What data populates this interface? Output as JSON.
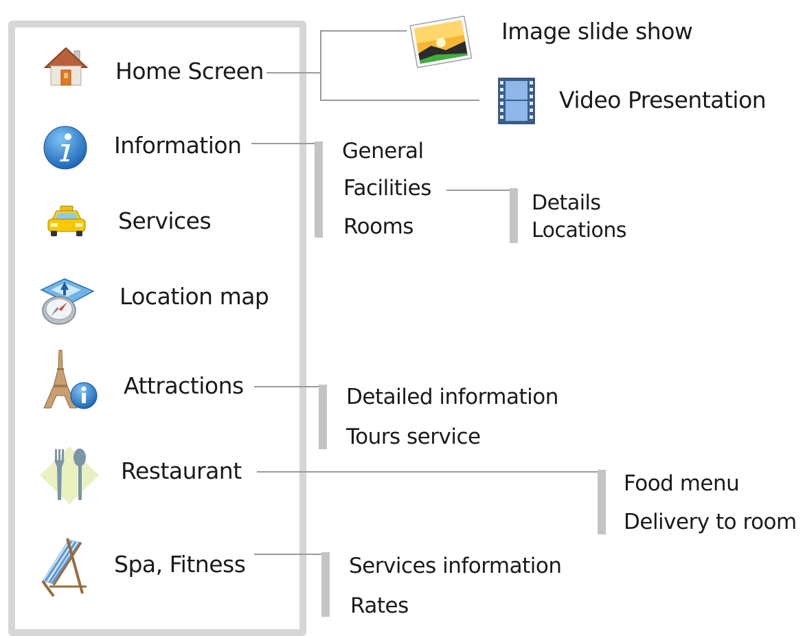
{
  "menu": {
    "items": [
      {
        "label": "Home Screen",
        "icon": "house-icon"
      },
      {
        "label": "Information",
        "icon": "info-icon"
      },
      {
        "label": "Services",
        "icon": "taxi-icon"
      },
      {
        "label": "Location map",
        "icon": "map-compass-icon"
      },
      {
        "label": "Attractions",
        "icon": "eiffel-tower-info-icon"
      },
      {
        "label": "Restaurant",
        "icon": "fork-spoon-icon"
      },
      {
        "label": "Spa, Fitness",
        "icon": "deck-chair-icon"
      }
    ]
  },
  "home": {
    "image_slideshow": {
      "label": "Image slide show",
      "icon": "picture-icon"
    },
    "video_presentation": {
      "label": "Video Presentation",
      "icon": "film-strip-icon"
    }
  },
  "information": {
    "subitems": [
      "General",
      "Facilities",
      "Rooms"
    ],
    "facilities": {
      "subitems": [
        "Details",
        "Locations"
      ]
    }
  },
  "attractions": {
    "subitems": [
      "Detailed information",
      "Tours service"
    ]
  },
  "restaurant": {
    "subitems": [
      "Food menu",
      "Delivery to room"
    ]
  },
  "spa": {
    "subitems": [
      "Services information",
      "Rates"
    ]
  }
}
